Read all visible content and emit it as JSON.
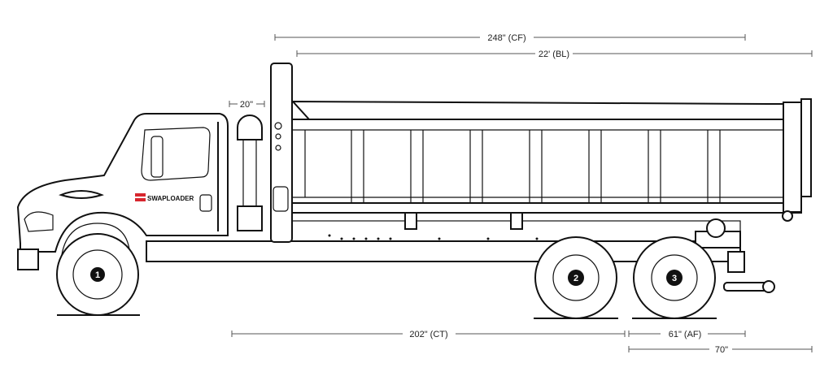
{
  "dimensions": {
    "cf": "248\" (CF)",
    "bl": "22' (BL)",
    "stack": "20\"",
    "ct": "202\" (CT)",
    "af": "61\" (AF)",
    "rear": "70\""
  },
  "axles": [
    "1",
    "2",
    "3"
  ],
  "logo": {
    "text": "SWAPLOADER",
    "color": "#d7262e"
  }
}
